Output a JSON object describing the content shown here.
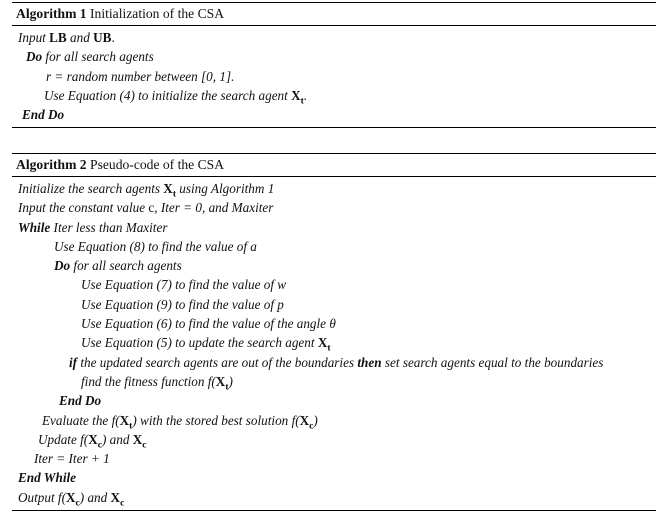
{
  "algo1": {
    "label": "Algorithm 1",
    "title": "Initialization of the CSA",
    "l1_a": "Input ",
    "l1_lb": "LB",
    "l1_and": " and ",
    "l1_ub": "UB",
    "l1_end": ".",
    "l2_kw": "Do",
    "l2_text": " for all search agents",
    "l3_text": "r = random number between [0, 1].",
    "l4_text": "Use Equation (4) to initialize the search agent ",
    "l4_end": ".",
    "l5_kw": "End Do"
  },
  "algo2": {
    "label": "Algorithm 2",
    "title": "Pseudo-code of the CSA",
    "l1_text": "Initialize the search agents ",
    "l1_tail": " using Algorithm 1",
    "l2_text": "Input the constant value ",
    "l2_c": "c",
    "l2_tail": ", Iter = 0, and Maxiter",
    "l3_kw": "While",
    "l3_text": " Iter less than Maxiter",
    "l4_text": "Use Equation (8) to find the value of a",
    "l5_kw": "Do",
    "l5_text": " for all search agents",
    "l6_text": "Use Equation (7) to find the value of w",
    "l7_text": "Use Equation (9) to find the value of p",
    "l8_text": "Use Equation (6) to find the value of the angle θ",
    "l9_text": "Use Equation (5) to update the search agent ",
    "l10_kw1": "if",
    "l10_text": " the updated search agents are out of the boundaries ",
    "l10_kw2": "then",
    "l10_tail": " set search agents equal to the boundaries",
    "l11_text": "find the fitness function f(",
    "l11_end": ")",
    "l12_kw": "End Do",
    "l13_text": "Evaluate the f(",
    "l13_mid": ") with the stored best solution f(",
    "l13_end": ")",
    "l14_text": "Update f(",
    "l14_mid": ") and ",
    "l15_text": "Iter = Iter + 1",
    "l16_kw": "End While",
    "l17_text": "Output f(",
    "l17_mid": ") and "
  },
  "vars": {
    "X": "X",
    "sub_t": "t",
    "sub_c": "c"
  }
}
